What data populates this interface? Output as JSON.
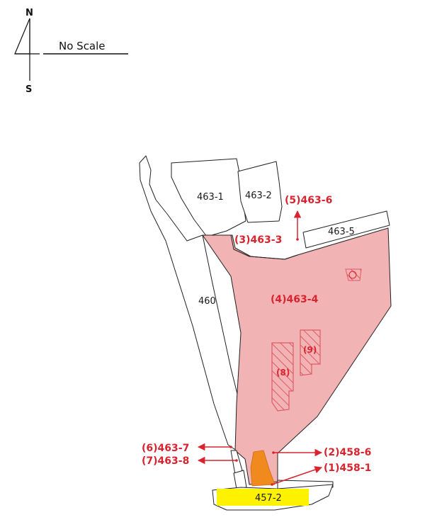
{
  "compass": {
    "north": "N",
    "south": "S"
  },
  "scale_label": "No Scale",
  "parcels": {
    "p460": "460",
    "p463_1": "463-1",
    "p463_2": "463-2",
    "p463_5": "463-5",
    "p457_2": "457-2"
  },
  "callouts": {
    "c1": "(1)458-1",
    "c2": "(2)458-6",
    "c3": "(3)463-3",
    "c4": "(4)463-4",
    "c5": "(5)463-6",
    "c6": "(6)463-7",
    "c7": "(7)463-8"
  },
  "buildings": {
    "b8": "(8)",
    "b9": "(9)"
  },
  "colors": {
    "subject_fill": "#f2b3b5",
    "road_fill": "#f08a1e",
    "highlight_fill": "#fff200",
    "annotation": "#d9232e"
  }
}
